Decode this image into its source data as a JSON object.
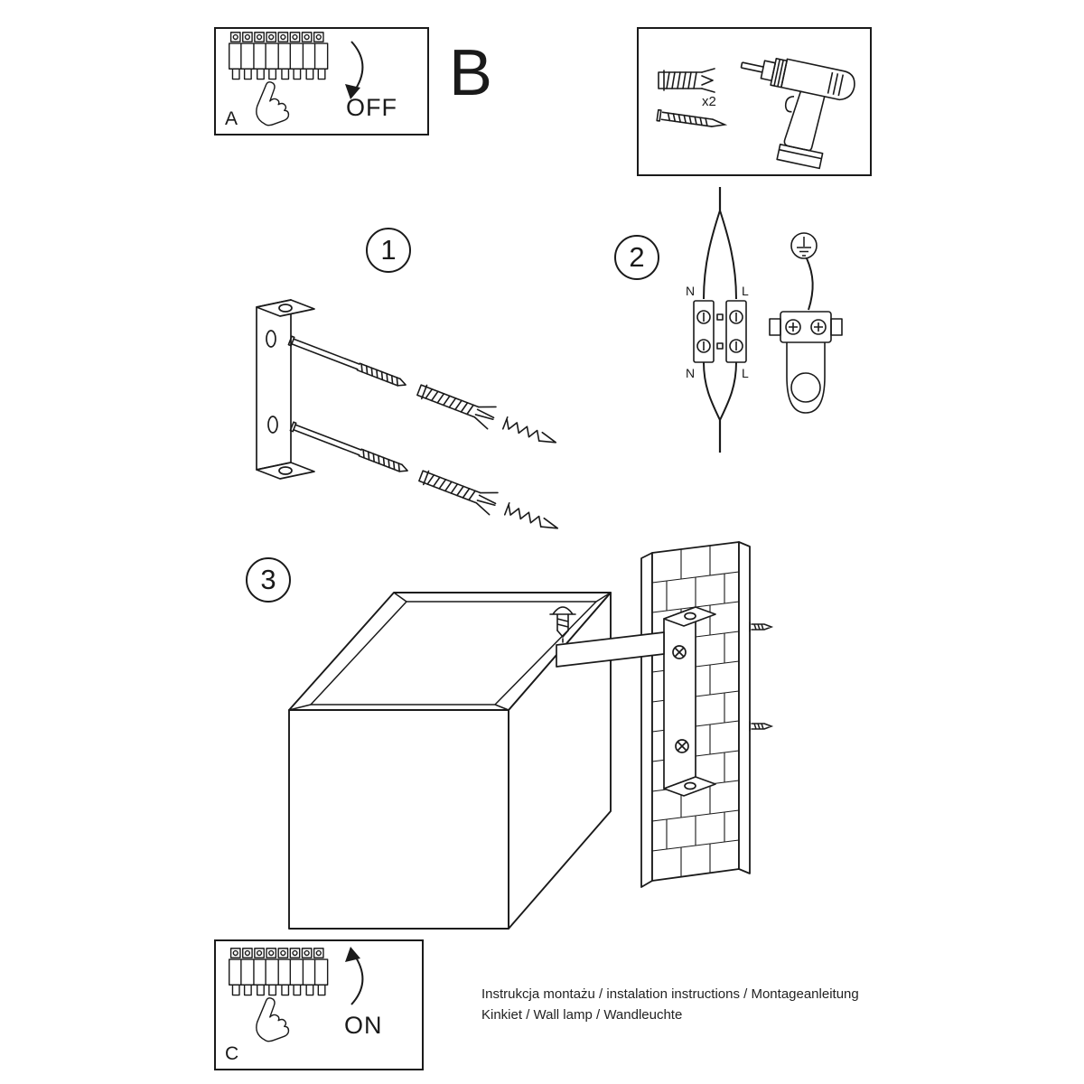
{
  "colors": {
    "ink": "#1a1a1a",
    "background": "#ffffff"
  },
  "panel_a": {
    "label": "A",
    "state": "OFF"
  },
  "section_b": {
    "label": "B"
  },
  "panel_b": {
    "quantity": "x2"
  },
  "steps": [
    {
      "number": "1"
    },
    {
      "number": "2"
    },
    {
      "number": "3"
    }
  ],
  "wiring": {
    "top_left": "N",
    "top_right": "L",
    "bottom_left": "N",
    "bottom_right": "L"
  },
  "panel_c": {
    "label": "C",
    "state": "ON"
  },
  "footer": {
    "line1": "Instrukcja montażu / instalation instructions / Montageanleitung",
    "line2": "Kinkiet / Wall lamp / Wandleuchte"
  },
  "illustrations": {
    "panel_a": "circuit-breaker-switched-off",
    "panel_b": "wall-plugs-screw-and-drill",
    "step_1": "bracket-with-screws-and-wall-plugs",
    "step_2": "terminal-block-wiring-with-earth",
    "step_3": "cube-lamp-mounted-on-brick-wall",
    "panel_c": "circuit-breaker-switched-on"
  }
}
